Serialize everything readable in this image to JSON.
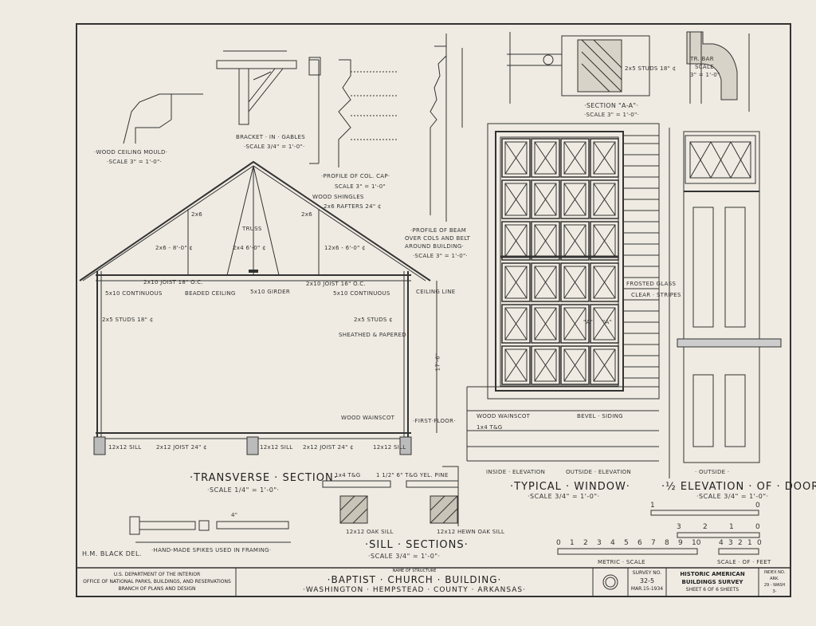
{
  "details": {
    "ceiling_mould": {
      "title": "·WOOD CEILING MOULD·",
      "scale": "·SCALE 3\" = 1'-0\"·"
    },
    "bracket": {
      "title": "BRACKET · IN · GABLES",
      "scale": "·SCALE 3/4\" = 1'-0\"·"
    },
    "col_cap": {
      "title": "·PROFILE OF COL. CAP·",
      "scale": "SCALE 3\" = 1'-0\""
    },
    "beam": {
      "title_1": "·PROFILE OF BEAM",
      "title_2": "OVER COLS AND BELT",
      "title_3": "AROUND BUILDING·",
      "scale": "·SCALE 3\" = 1'-0\"·"
    },
    "section_aa": {
      "title": "·SECTION \"A-A\"·",
      "scale": "·SCALE 3\" = 1'-0\"·",
      "studs": "2x5 STUDS 18\" ¢"
    },
    "tr_bar": {
      "title": "TR. BAR",
      "scale_1": "SCALE",
      "scale_2": "3\" = 1'-0\""
    }
  },
  "transverse": {
    "title": "·TRANSVERSE · SECTION·",
    "scale": "·SCALE 1/4\" = 1'-0\"·",
    "labels": [
      "WOOD SHINGLES",
      "2x6 RAFTERS 24\" ¢",
      "TRUSS",
      "2x4 6'-0\" ¢",
      "2x6 - 8'-0\" ¢",
      "2x6",
      "2x6",
      "12x6 - 6'-0\" ¢",
      "2x10 JOIST 18\" O.C.",
      "5x10 CONTINUOUS",
      "BEADED CEILING",
      "5x10 GIRDER",
      "2x10 JOIST 16\" O.C.",
      "5x10 CONTINUOUS",
      "CEILING LINE",
      "2x5 STUDS 18\" ¢",
      "2x5 STUDS ¢",
      "SHEATHED & PAPERED",
      "WOOD WAINSCOT",
      "·FIRST·FLOOR·",
      "12x12 SILL",
      "2x12 JOIST 24\" ¢",
      "12x12 SILL",
      "2x12 JOIST 24\" ¢",
      "12x12 SILL",
      "17'-6\""
    ]
  },
  "spikes": {
    "label": "·HAND-MADE SPIKES USED IN FRAMING·",
    "dim": "4\""
  },
  "delineator": "H.M. BLACK DEL.",
  "sill": {
    "title": "·SILL · SECTIONS·",
    "scale": "·SCALE 3/4\" = 1'-0\"·",
    "labels": [
      "1x4 T&G",
      "1 1/2\" 6\" T&G YEL. PINE",
      "12x12 OAK SILL",
      "12x12 HEWN OAK SILL"
    ]
  },
  "window": {
    "title": "·TYPICAL · WINDOW·",
    "scale": "·SCALE 3/4\" = 1'-0\"·",
    "labels": [
      "FROSTED GLASS",
      "CLEAR · STRIPES",
      "WOOD WAINSCOT",
      "1x4 T&G",
      "BEVEL · SIDING",
      "INSIDE · ELEVATION",
      "OUTSIDE · ELEVATION",
      "\"A\"",
      "\"A\""
    ]
  },
  "doors": {
    "title": "·½ ELEVATION · OF · DOORS·",
    "scale": "·SCALE 3/4\" = 1'-0\"·",
    "outside": "· OUTSIDE ·"
  },
  "scales": {
    "scale_1": [
      "1",
      "0"
    ],
    "scale_2": [
      "3",
      "2",
      "1",
      "0"
    ],
    "metric_numbers": [
      "0",
      "1",
      "2",
      "3",
      "4",
      "5",
      "6",
      "7",
      "8",
      "9",
      "10"
    ],
    "metric_label": "METRIC · SCALE",
    "feet_numbers": [
      "4",
      "3",
      "2",
      "1",
      "0"
    ],
    "feet_label": "SCALE · OF · FEET"
  },
  "title_block": {
    "agency_1": "U.S. DEPARTMENT OF THE INTERIOR",
    "agency_2": "OFFICE OF NATIONAL PARKS, BUILDINGS, AND RESERVATIONS",
    "agency_3": "BRANCH OF PLANS AND DESIGN",
    "name_label": "NAME OF STRUCTURE",
    "name": "·BAPTIST · CHURCH · BUILDING·",
    "location": "·WASHINGTON · HEMPSTEAD · COUNTY · ARKANSAS·",
    "survey_label": "SURVEY NO.",
    "survey_no": "32-5",
    "date": "MAR.15-1934",
    "habs_1": "HISTORIC AMERICAN",
    "habs_2": "BUILDINGS SURVEY",
    "sheet": "SHEET 6 OF 6 SHEETS",
    "index_label": "INDEX NO.",
    "index_1": "ARK.",
    "index_2": "29 - WASH",
    "index_3": "3-"
  }
}
